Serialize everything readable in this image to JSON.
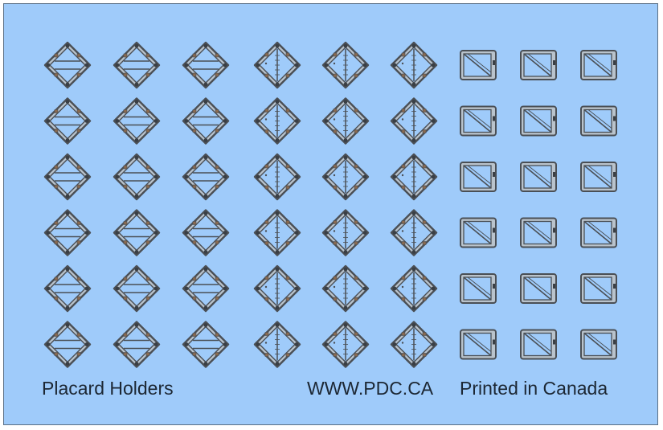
{
  "sheet": {
    "title": "Placard Holders",
    "website": "WWW.PDC.CA",
    "printed": "Printed in Canada",
    "background_color": "#9fcbfa",
    "frame_stroke_color": "#4a4f55",
    "frame_fill_color": "#b9c3cc"
  },
  "decals": {
    "rows": 6,
    "groups": [
      {
        "name": "diamond-holder-horizontal-bar",
        "icon": "diamond-frame-icon",
        "columns": 3
      },
      {
        "name": "diamond-holder-vertical-bar",
        "icon": "diamond-frame-vertical-icon",
        "columns": 3
      },
      {
        "name": "square-holder-diagonal",
        "icon": "square-frame-icon",
        "columns": 3
      }
    ]
  }
}
